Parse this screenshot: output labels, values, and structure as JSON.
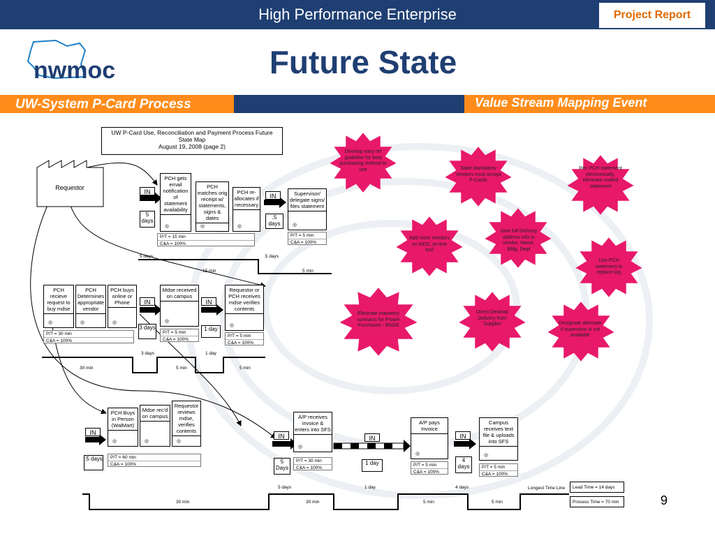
{
  "header": {
    "title": "High Performance Enterprise",
    "report": "Project Report"
  },
  "logo": {
    "text": "nwmoc"
  },
  "page_title": "Future State",
  "subheader": {
    "left": "UW-System P-Card Process",
    "right": "Value Stream Mapping Event"
  },
  "map_title": {
    "line1": "UW  P-Card Use, Reconciliation and Payment Process Future",
    "line2": "State Map",
    "line3": "August 19, 2008 (page 2)"
  },
  "requestor": "Requestor",
  "row1": {
    "p1": "PCH gets email notification of statement availability",
    "p2": "PCH matches orig receipt w/ statements, signs & dates",
    "p3": "PCH re-allocates if necessary",
    "p4": "Supervisor/ delegate signs/ files statement",
    "in1": "IN",
    "in2": "IN",
    "inv1": "5 days",
    "inv2": ".5 days",
    "d1a": "P/T = 15 min",
    "d1b": "C&A = 100%",
    "d2a": "P/T = 5 min",
    "d2b": "C&A = 100%",
    "tl_days1": "5 days",
    "tl_days2": ".5 days",
    "tl_min1": "15 min",
    "tl_min2": "5 min"
  },
  "row2": {
    "p1": "PCH recieve request to buy mdse",
    "p2": "PCH Determines appropriate vendor",
    "p3": "PCH buys online or Phone",
    "p4": "Mdse received on campus",
    "p5": "Requestor or PCH receives mdse verifies contents",
    "in1": "IN",
    "in2": "IN",
    "inv1": "3 days",
    "inv2": "1 day",
    "d1a": "P/T = 30 min",
    "d1b": "C&A = 100%",
    "d2a": "P/T = 5 min",
    "d2b": "C&A = 100%",
    "d3a": "P/T = 5 min",
    "d3b": "C&A = 100%",
    "tl_days1": "3 days",
    "tl_days2": "1 day",
    "tl_min1": "30 min",
    "tl_min2": "5 min",
    "tl_min3": "5 min"
  },
  "row3": {
    "p1": "PCH Buys in Person (WalMart)",
    "p2": "Mdse rec'd on campus",
    "p3": "Requestor reviews mdse, verifies contents",
    "p4": "A/P receives invoice & enters into SFS",
    "p5": "A/P pays Invoice",
    "p6": "Campus receives text file & uploads into SFS",
    "in1": "IN",
    "in2": "IN",
    "in3": "IN",
    "in4": "IN",
    "inv1": ".5 days",
    "inv2": "5 Days",
    "inv3": "1 day",
    "inv4": "4 days",
    "d1a": "P/T = 60 min",
    "d1b": "C&A = 100%",
    "d2a": "P/T = 30 min",
    "d2b": "C&A = 100%",
    "d3a": "P/T = 5 min",
    "d3b": "C&A = 100%",
    "d4a": "P/T = 5 min",
    "d4b": "C&A = 100%",
    "tl_days1": "5 days",
    "tl_days2": "1 day",
    "tl_days3": "4 days",
    "tl_min1": "30 min",
    "tl_min2": "30 min",
    "tl_min3": "5 min",
    "tl_min4": "5 min"
  },
  "kaizen": {
    "k1": "Develop easy ref guideline for best purchasing method to use",
    "k2": "State Mandatory Vendors must accept P-Cards",
    "k3": "Rec PCH statement electronically, eliminate mailed statement",
    "k4": "Add more Vendors on MDS, on-line tool",
    "k5": "Give full Delivery address info to vendor, Name, Bldg, Dept",
    "k6": "Use PCH statement to replace log",
    "k7": "Eliminate manatory contracts for Proam Purchases - $5000",
    "k8": "Direct Desktop Delivery from Supplier",
    "k9": "Designate alternate if supervisor is not available"
  },
  "lead_time": {
    "label": "Longest Time Line",
    "lead": "Lead Time = 14 days",
    "process": "Process Time = 70 min"
  },
  "page_number": "9",
  "colors": {
    "navy": "#1f3f73",
    "orange": "#ff8c1a",
    "kaizen": "#e8186a"
  }
}
